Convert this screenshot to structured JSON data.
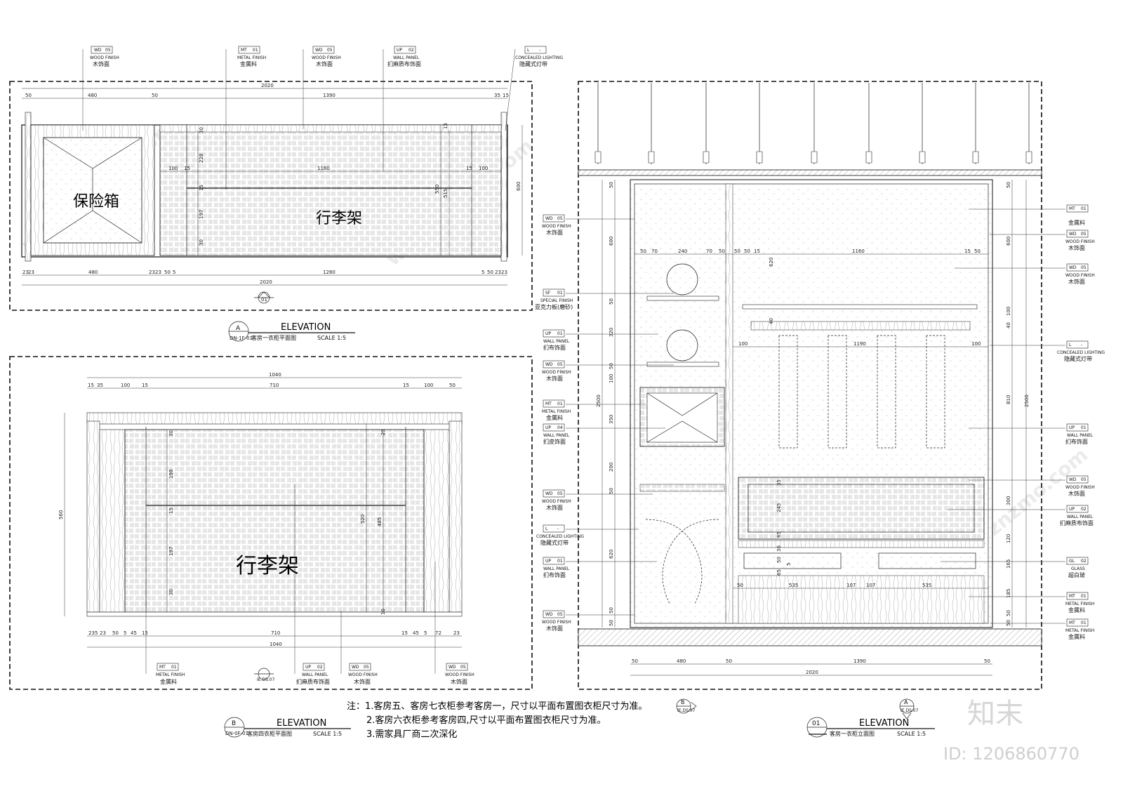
{
  "elevation_A": {
    "title": "ELEVATION",
    "tag": "A",
    "code": "DN-1F-01",
    "subtitle": "客房一衣柜平面图",
    "scale": "SCALE 1:5",
    "section_ref": "01",
    "label_safe": "保险箱",
    "label_rack": "行李架",
    "dims_top": [
      "2020",
      "50",
      "480",
      "50",
      "1390",
      "35",
      "15"
    ],
    "dims_inner": [
      "100",
      "15",
      "1160",
      "15",
      "100"
    ],
    "dims_side": [
      "600",
      "550",
      "515",
      "228",
      "197",
      "30",
      "30",
      "15",
      "15"
    ],
    "dims_bottom": [
      "23",
      "23",
      "480",
      "23",
      "23",
      "50",
      "5",
      "1280",
      "5",
      "50",
      "23",
      "23"
    ],
    "dims_total": "2020",
    "callouts": [
      {
        "code": "WD",
        "num": "05",
        "en": "WOOD FINISH",
        "cn": "木饰面"
      },
      {
        "code": "MT",
        "num": "01",
        "en": "METAL FINISH",
        "cn": "金属料"
      },
      {
        "code": "WD",
        "num": "05",
        "en": "WOOD FINISH",
        "cn": "木饰面"
      },
      {
        "code": "UP",
        "num": "02",
        "en": "WALL PANEL",
        "cn": "扪麻质布饰面"
      },
      {
        "code": "L",
        "num": "-",
        "en": "CONCEALED LIGHTING",
        "cn": "隐藏式灯带"
      }
    ]
  },
  "elevation_B": {
    "title": "ELEVATION",
    "tag": "B",
    "code": "DN-0F-01",
    "subtitle": "客房四衣柜平面图",
    "scale": "SCALE 1:5",
    "section_ref": "IE.DS.07",
    "label_rack": "行李架",
    "dims_top": [
      "1040",
      "15",
      "35",
      "100",
      "15",
      "710",
      "15",
      "100",
      "50"
    ],
    "dims_side": [
      "560",
      "520",
      "485",
      "30",
      "198",
      "15",
      "197",
      "30",
      "25",
      "10"
    ],
    "dims_bottom": [
      "23",
      "5",
      "23",
      "50",
      "5",
      "45",
      "15",
      "710",
      "15",
      "45",
      "5",
      "72",
      "23"
    ],
    "dims_total": "1040",
    "callouts": [
      {
        "code": "MT",
        "num": "01",
        "en": "METAL FINISH",
        "cn": "金属料"
      },
      {
        "code": "UP",
        "num": "02",
        "en": "WALL PANEL",
        "cn": "扪麻质布饰面"
      },
      {
        "code": "WD",
        "num": "05",
        "en": "WOOD FINISH",
        "cn": "木饰面"
      },
      {
        "code": "WD",
        "num": "05",
        "en": "WOOD FINISH",
        "cn": "木饰面"
      }
    ]
  },
  "elevation_01": {
    "title": "ELEVATION",
    "tag": "01",
    "subtitle": "客房一衣柜立面图",
    "scale": "SCALE 1:5",
    "section_ref_B": "B",
    "section_ref_B_code": "IE.DS.07",
    "section_ref_A": "A",
    "section_ref_A_code": "IE.DS.07",
    "dims_top_inner": [
      "50",
      "70",
      "240",
      "70",
      "50",
      "50",
      "50",
      "15",
      "1160",
      "15",
      "50"
    ],
    "dims_mid": [
      "100",
      "1190",
      "100"
    ],
    "dims_bottom": [
      "50",
      "535",
      "107",
      "107",
      "535"
    ],
    "dims_base": [
      "50",
      "480",
      "50",
      "1390",
      "50"
    ],
    "dims_total": "2020",
    "dims_left": [
      "2500",
      "50",
      "600",
      "50",
      "320",
      "50",
      "100",
      "350",
      "200",
      "50",
      "620",
      "50",
      "50"
    ],
    "dims_right": [
      "2500",
      "50",
      "600",
      "100",
      "40",
      "810",
      "300",
      "120",
      "165",
      "185",
      "50",
      "50"
    ],
    "dims_inner_left": [
      "620",
      "40",
      "245",
      "35",
      "65",
      "30",
      "50",
      "65",
      "5"
    ],
    "callouts_left": [
      {
        "code": "WD",
        "num": "05",
        "en": "WOOD FINISH",
        "cn": "木饰面"
      },
      {
        "code": "SF",
        "num": "01",
        "en": "SPECIAL FINISH",
        "cn": "亚克力板(磨砂)"
      },
      {
        "code": "UP",
        "num": "01",
        "en": "WALL PANEL",
        "cn": "扪布饰面"
      },
      {
        "code": "WD",
        "num": "05",
        "en": "WOOD FINISH",
        "cn": "木饰面"
      },
      {
        "code": "MT",
        "num": "01",
        "en": "METAL FINISH",
        "cn": "金属料"
      },
      {
        "code": "UP",
        "num": "04",
        "en": "WALL PANEL",
        "cn": "扪皮饰面"
      },
      {
        "code": "WD",
        "num": "05",
        "en": "WOOD FINISH",
        "cn": "木饰面"
      },
      {
        "code": "L",
        "num": "-",
        "en": "CONCEALED LIGHTING",
        "cn": "隐藏式灯带"
      },
      {
        "code": "UP",
        "num": "01",
        "en": "WALL PANEL",
        "cn": "扪布饰面"
      },
      {
        "code": "WD",
        "num": "05",
        "en": "WOOD FINISH",
        "cn": "木饰面"
      }
    ],
    "callouts_right": [
      {
        "code": "MT",
        "num": "01",
        "en": "",
        "cn": "金属料"
      },
      {
        "code": "WD",
        "num": "05",
        "en": "WOOD FINISH",
        "cn": "木饰面"
      },
      {
        "code": "WD",
        "num": "05",
        "en": "WOOD FINISH",
        "cn": "木饰面"
      },
      {
        "code": "L",
        "num": "-",
        "en": "CONCEALED LIGHTING",
        "cn": "隐藏式灯带"
      },
      {
        "code": "UP",
        "num": "01",
        "en": "WALL PANEL",
        "cn": "扪布饰面"
      },
      {
        "code": "WD",
        "num": "05",
        "en": "WOOD FINISH",
        "cn": "木饰面"
      },
      {
        "code": "UP",
        "num": "02",
        "en": "WALL PANEL",
        "cn": "扪麻质布饰面"
      },
      {
        "code": "GL",
        "num": "02",
        "en": "GLASS",
        "cn": "超白玻"
      },
      {
        "code": "MT",
        "num": "01",
        "en": "METAL FINISH",
        "cn": "金属料"
      },
      {
        "code": "MT",
        "num": "01",
        "en": "METAL FINISH",
        "cn": "金属料"
      }
    ]
  },
  "notes": [
    "注：1.客房五、客房七衣柜参考客房一，尺寸以平面布置图衣柜尺寸为准。",
    "2.客房六衣柜参考客房四,尺寸以平面布置图衣柜尺寸为准。",
    "3.需家具厂商二次深化"
  ],
  "watermark": {
    "brand": "知末",
    "id": "ID: 1206860770",
    "text": "www.znzmo.com"
  }
}
